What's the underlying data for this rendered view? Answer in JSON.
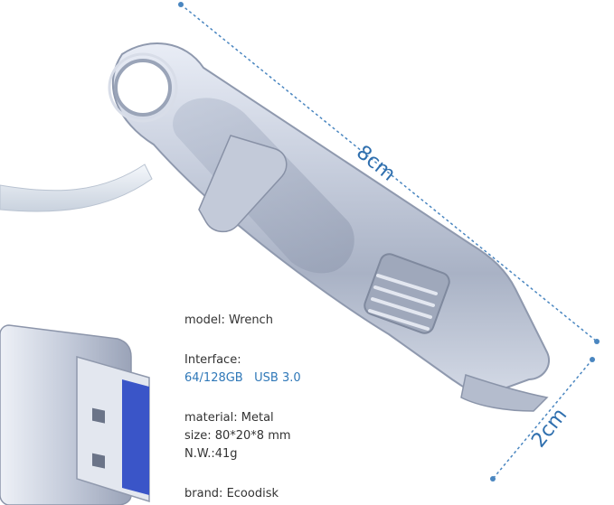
{
  "product": {
    "dimension_length": "8cm",
    "dimension_width": "2cm"
  },
  "specs": {
    "model": "model: Wrench",
    "interface_label": "Interface:",
    "capacity": "64/128GB",
    "usb_version": "USB 3.0",
    "material": "material: Metal",
    "size": "size: 80*20*8 mm",
    "weight": "N.W.:41g",
    "brand": "brand: Ecoodisk"
  },
  "colors": {
    "dimension_line": "#4a86c0",
    "accent_text": "#2f78b8",
    "usb_insert": "#3a55c8"
  }
}
